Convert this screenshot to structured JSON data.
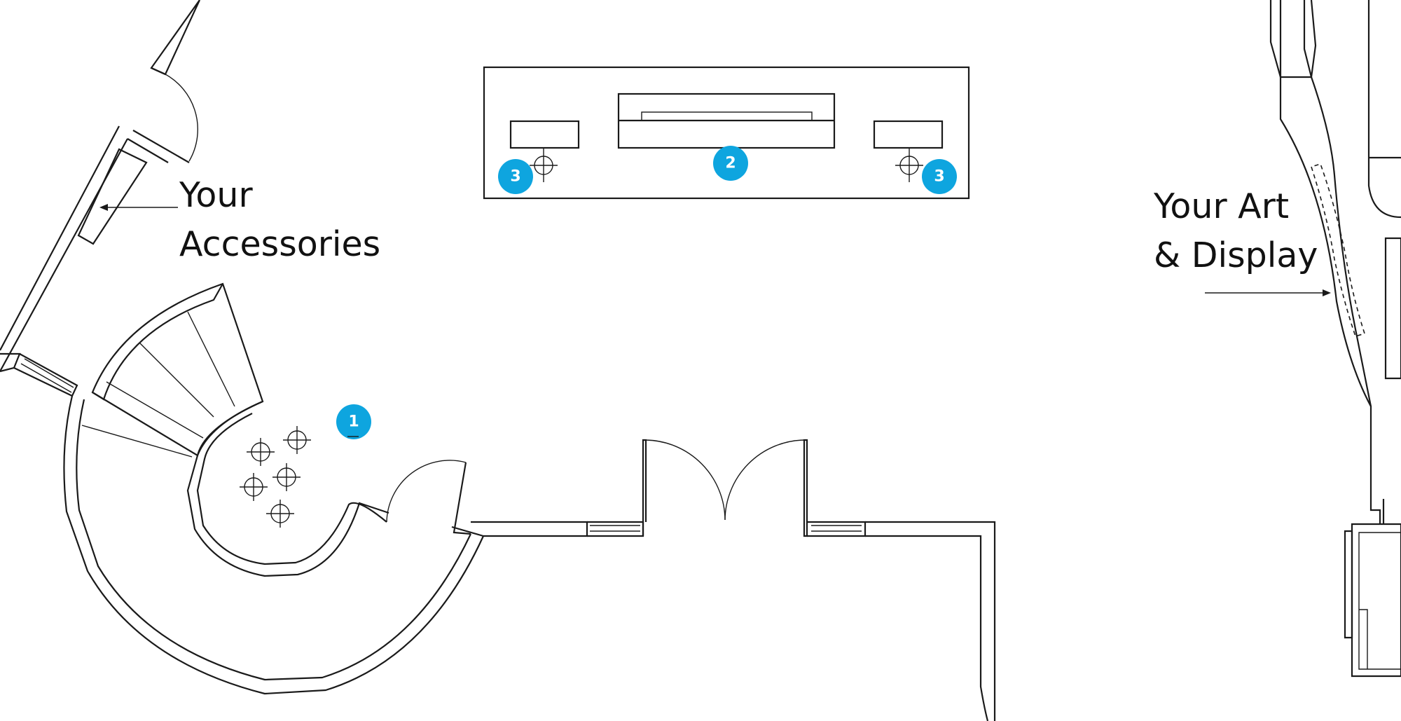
{
  "labels": {
    "accessories": {
      "line1": "Your",
      "line2": "Accessories"
    },
    "art_display": {
      "line1": "Your Art",
      "line2": "& Display"
    }
  },
  "markers": [
    {
      "number": "1"
    },
    {
      "number": "2"
    },
    {
      "number": "3"
    },
    {
      "number": "3"
    }
  ],
  "colors": {
    "marker_fill": "#0ea5df",
    "marker_text": "#ffffff",
    "line": "#1a1a1a",
    "background": "#ffffff"
  }
}
